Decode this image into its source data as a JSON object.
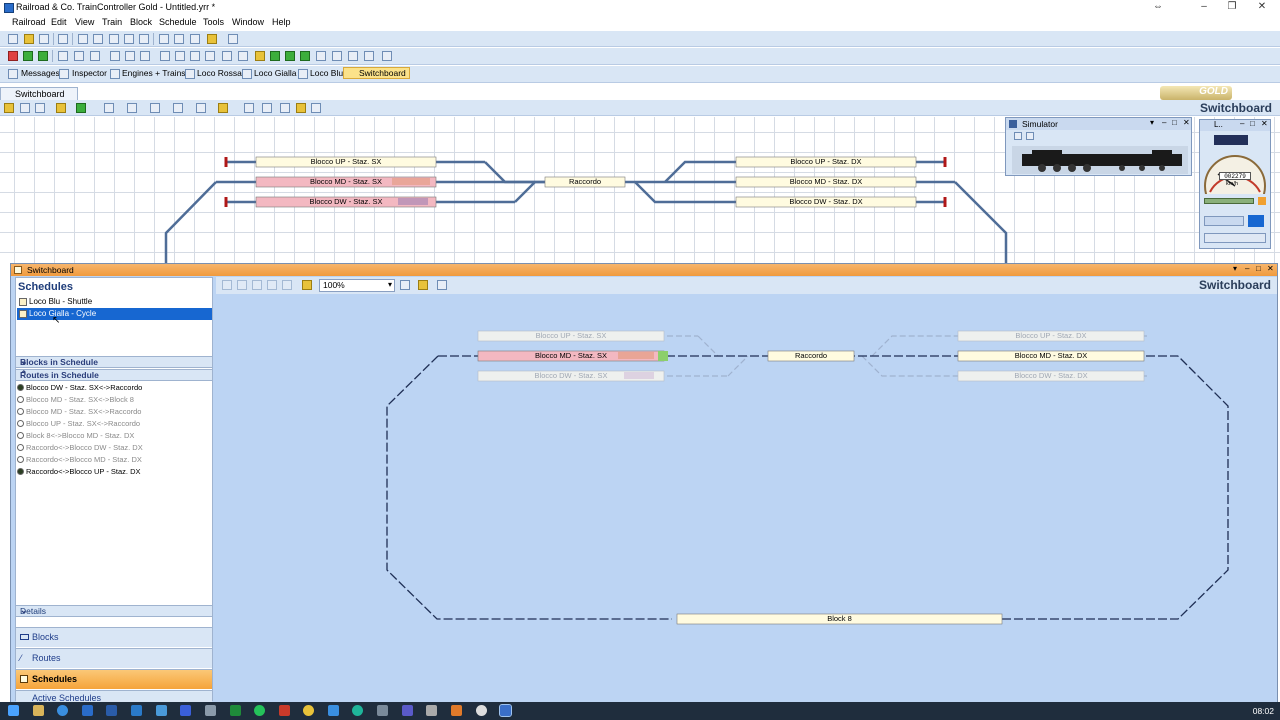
{
  "window": {
    "title": "Railroad & Co. TrainController Gold - Untitled.yrr *"
  },
  "menu": [
    "Railroad",
    "Edit",
    "View",
    "Train",
    "Block",
    "Schedule",
    "Tools",
    "Window",
    "Help"
  ],
  "tabs": {
    "messages": "Messages",
    "inspector": "Inspector",
    "engines_trains": "Engines + Trains",
    "loco_rossa": "Loco Rossa",
    "loco_gialla": "Loco Gialla",
    "loco_blu": "Loco Blu",
    "switchboard": "Switchboard"
  },
  "top_switchboard": {
    "tab_label": "Switchboard",
    "title": "Switchboard",
    "logo": "GOLD",
    "blocks": {
      "up_sx": "Blocco UP - Staz. SX",
      "md_sx": "Blocco MD - Staz. SX",
      "dw_sx": "Blocco DW - Staz. SX",
      "raccordo": "Raccordo",
      "up_dx": "Blocco UP - Staz. DX",
      "md_dx": "Blocco MD - Staz. DX",
      "dw_dx": "Blocco DW - Staz. DX"
    }
  },
  "simulator": {
    "title": "Simulator"
  },
  "loco_panel": {
    "title": "L..",
    "speed_readout": "002279",
    "speed_unit": "km/h"
  },
  "bottom_window": {
    "title": "Switchboard",
    "schedules_heading": "Schedules",
    "schedules": [
      {
        "label": "Loco Blu - Shuttle",
        "selected": false
      },
      {
        "label": "Loco Gialla - Cycle",
        "selected": true
      }
    ],
    "blocks_in_schedule": "Blocks in Schedule",
    "routes_in_schedule": "Routes in Schedule",
    "routes": [
      {
        "label": "Blocco DW - Staz. SX<->Raccordo",
        "active": true
      },
      {
        "label": "Blocco MD - Staz. SX<->Block 8",
        "active": false
      },
      {
        "label": "Blocco MD - Staz. SX<->Raccordo",
        "active": false
      },
      {
        "label": "Blocco UP - Staz. SX<->Raccordo",
        "active": false
      },
      {
        "label": "Block 8<->Blocco MD - Staz. DX",
        "active": false
      },
      {
        "label": "Raccordo<->Blocco DW - Staz. DX",
        "active": false
      },
      {
        "label": "Raccordo<->Blocco MD - Staz. DX",
        "active": false
      },
      {
        "label": "Raccordo<->Blocco UP - Staz. DX",
        "active": true
      }
    ],
    "details": "Details",
    "nav": {
      "blocks": "Blocks",
      "routes": "Routes",
      "schedules": "Schedules",
      "active_schedules": "Active Schedules"
    },
    "zoom": "100%",
    "right_title": "Switchboard",
    "blocks": {
      "up_sx": "Blocco UP - Staz. SX",
      "md_sx": "Blocco MD - Staz. SX",
      "dw_sx": "Blocco DW - Staz. SX",
      "raccordo": "Raccordo",
      "up_dx": "Blocco UP - Staz. DX",
      "md_dx": "Blocco MD - Staz. DX",
      "dw_dx": "Blocco DW - Staz. DX",
      "block8": "Block 8"
    }
  },
  "taskbar": {
    "clock": "08:02"
  },
  "colors": {
    "toolbar_bg": "#d9e6f5",
    "track": "#4f6d97",
    "block_fill": "#fffbe0",
    "block_occupied": "#f3b8c1",
    "selection": "#1767d1",
    "accent_orange": "#f5a33a"
  }
}
